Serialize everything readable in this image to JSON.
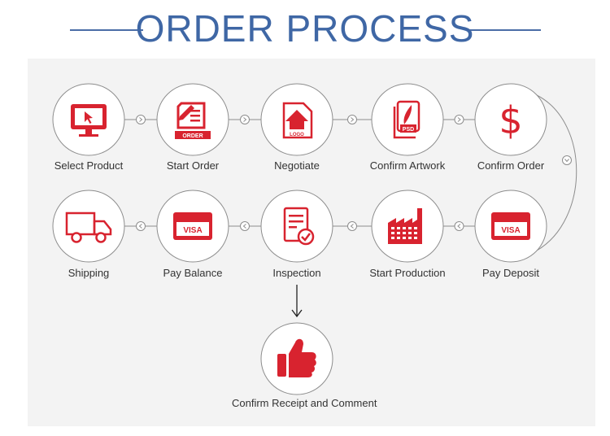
{
  "title": "ORDER PROCESS",
  "colors": {
    "title": "#3f67a5",
    "icon_red": "#d8232f",
    "circle_stroke": "#8d8d8d",
    "panel": "#f3f3f3",
    "label": "#333333"
  },
  "steps": [
    {
      "id": "select-product",
      "label": "Select Product",
      "icon": "monitor-cursor-icon"
    },
    {
      "id": "start-order",
      "label": "Start Order",
      "icon": "order-document-icon",
      "icon_text": "ORDER"
    },
    {
      "id": "negotiate",
      "label": "Negotiate",
      "icon": "house-logo-icon",
      "icon_text": "LOGO"
    },
    {
      "id": "confirm-artwork",
      "label": "Confirm Artwork",
      "icon": "psd-file-icon",
      "icon_text": "PSD"
    },
    {
      "id": "confirm-order",
      "label": "Confirm Order",
      "icon": "dollar-icon",
      "icon_text": "$"
    },
    {
      "id": "pay-deposit",
      "label": "Pay Deposit",
      "icon": "visa-card-icon",
      "icon_text": "VISA"
    },
    {
      "id": "start-production",
      "label": "Start Production",
      "icon": "factory-icon"
    },
    {
      "id": "inspection",
      "label": "Inspection",
      "icon": "checklist-icon"
    },
    {
      "id": "pay-balance",
      "label": "Pay Balance",
      "icon": "visa-card-icon",
      "icon_text": "VISA"
    },
    {
      "id": "shipping",
      "label": "Shipping",
      "icon": "truck-icon"
    },
    {
      "id": "confirm-receipt",
      "label": "Confirm Receipt and Comment",
      "icon": "thumbs-up-icon"
    }
  ]
}
